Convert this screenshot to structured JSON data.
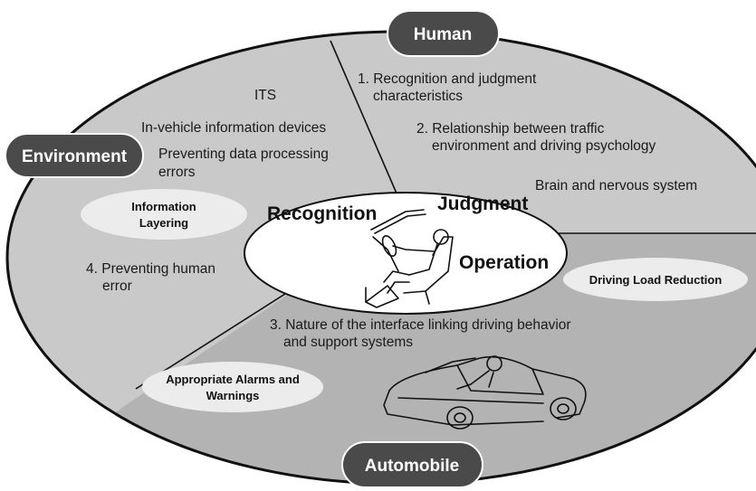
{
  "colors": {
    "outer_fill": "#c9c9c9",
    "lower_fill": "#b3b3b3",
    "core_fill": "#ffffff",
    "pill_fill": "#4a4a4a",
    "bubble_fill": "#ececec",
    "stroke": "#111111"
  },
  "labels": {
    "human": "Human",
    "environment": "Environment",
    "automobile": "Automobile"
  },
  "core": {
    "recognition": "Recognition",
    "judgment": "Judgment",
    "operation": "Operation"
  },
  "texts": {
    "its": "ITS",
    "in_vehicle": "In-vehicle information devices",
    "preventing_data_1": "Preventing data processing",
    "preventing_data_2": "errors",
    "item1_line1": "1. Recognition and judgment",
    "item1_line2": "characteristics",
    "item2_line1": "2. Relationship between traffic",
    "item2_line2": "environment and driving psychology",
    "brain": "Brain and nervous system",
    "item4_line1": "4. Preventing human",
    "item4_line2": "error",
    "item3_line1": "3. Nature of the interface linking driving behavior",
    "item3_line2": "and support systems"
  },
  "bubbles": {
    "info_layering_1": "Information",
    "info_layering_2": "Layering",
    "driving_load": "Driving Load Reduction",
    "alarms_1": "Appropriate Alarms and",
    "alarms_2": "Warnings"
  },
  "icons": {
    "driver_seat": "driver-seat-icon",
    "car": "car-icon"
  }
}
